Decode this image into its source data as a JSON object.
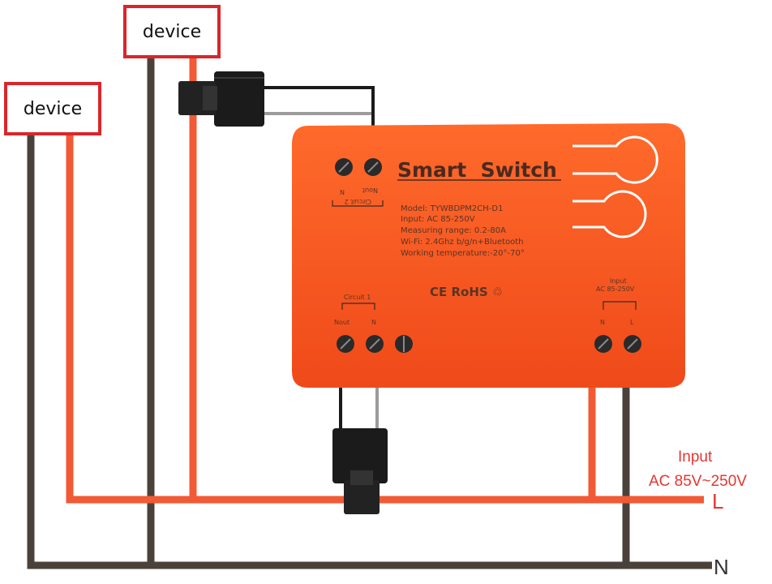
{
  "devices": [
    "device",
    "device"
  ],
  "switch": {
    "title": "Smart  Switch",
    "specs": [
      "Model: TYWBDPM2CH-D1",
      "Input: AC 85-250V",
      "Measuring range:  0.2-80A",
      "Wi-Fi: 2.4Ghz b/g/n+Bluetooth",
      "Working temperature:-20°-70°"
    ],
    "certs": "CE RoHS ♲",
    "circuit2": {
      "label": "Circuit 2",
      "n": "N",
      "nout": "Nout"
    },
    "circuit1": {
      "label": "Circuit 1",
      "nout": "Nout",
      "n": "N"
    },
    "input": {
      "label": "Input",
      "range": "AC 85-250V",
      "n": "N",
      "l": "L"
    }
  },
  "mains": {
    "input_label": "Input",
    "input_range": "AC 85V~250V",
    "live": "L",
    "neutral": "N"
  },
  "colors": {
    "live_wire": "#f15a35",
    "neutral_wire": "#4a423a",
    "ct_wire": "#9c9c9c",
    "black_wire": "#1a1a1a",
    "switch_body": "#f4511e",
    "device_border": "#d9262c",
    "label_red": "#e8352f"
  }
}
